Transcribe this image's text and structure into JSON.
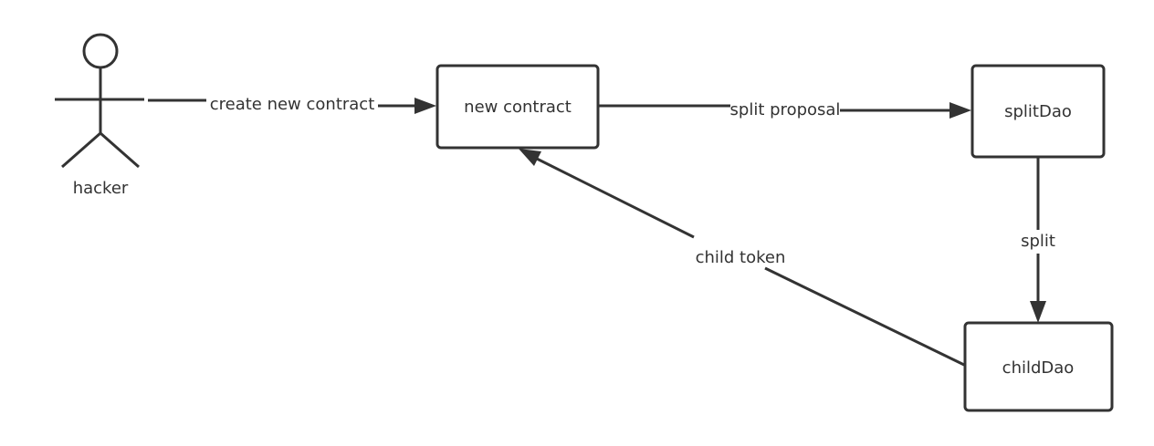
{
  "diagram": {
    "actor": {
      "label": "hacker"
    },
    "nodes": {
      "new_contract": "new contract",
      "split_dao": "splitDao",
      "child_dao": "childDao"
    },
    "edges": {
      "create": "create new contract",
      "proposal": "split proposal",
      "split": "split",
      "child_token": "child token"
    },
    "colors": {
      "stroke": "#333333",
      "background": "#ffffff"
    }
  }
}
